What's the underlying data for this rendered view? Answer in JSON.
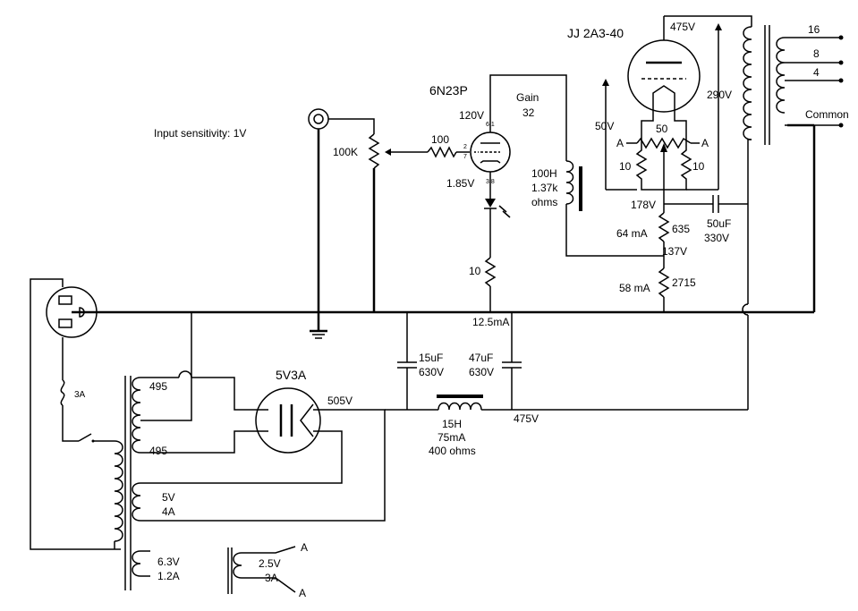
{
  "header": {
    "input_sensitivity": "Input sensitivity: 1V"
  },
  "tubes": {
    "driver": {
      "name": "6N23P",
      "plate_v": "120V",
      "cathode_v": "1.85V",
      "pins_top": "6 1",
      "pin_grid1": "2",
      "pin_grid2": "7",
      "pins_bottom": "3 8"
    },
    "output": {
      "name": "JJ 2A3-40",
      "plate_v": "475V"
    },
    "rectifier": {
      "name": "5V3A",
      "output_v": "505V"
    }
  },
  "driver_stage": {
    "gain_label": "Gain",
    "gain_value": "32",
    "volume_pot": "100K",
    "grid_stopper": "100",
    "cathode_resistor": "10",
    "stage_current": "12.5mA"
  },
  "interstage": {
    "inductance": "100H",
    "dcr": "1.37k",
    "dcr_unit": "ohms"
  },
  "output_stage": {
    "filament_bias_v": "50V",
    "hum_pot": "50",
    "hum_r_left": "10",
    "hum_r_right": "10",
    "node_a_left": "A",
    "node_a_right": "A",
    "cathode_v": "178V",
    "r_cathode1": "635",
    "i_cathode1": "64 mA",
    "mid_v": "137V",
    "r_cathode2": "2715",
    "i_cathode2": "58 mA",
    "bypass_cap": "50uF",
    "bypass_cap_v": "330V",
    "plate_to_cathode_v": "290V"
  },
  "output_transformer": {
    "taps": [
      "16",
      "8",
      "4"
    ],
    "common": "Common"
  },
  "power_supply": {
    "fuse": "3A",
    "hv_top": "495",
    "hv_bottom": "495",
    "rect_fil_v": "5V",
    "rect_fil_a": "4A",
    "fil_63_v": "6.3V",
    "fil_63_a": "1.2A",
    "fil_25_v": "2.5V",
    "fil_25_a": "3A",
    "fil_25_node_top": "A",
    "fil_25_node_bottom": "A",
    "cap1": "15uF",
    "cap1_v": "630V",
    "cap2": "47uF",
    "cap2_v": "630V",
    "choke_l": "15H",
    "choke_i": "75mA",
    "choke_r": "400 ohms",
    "b_plus": "475V"
  }
}
